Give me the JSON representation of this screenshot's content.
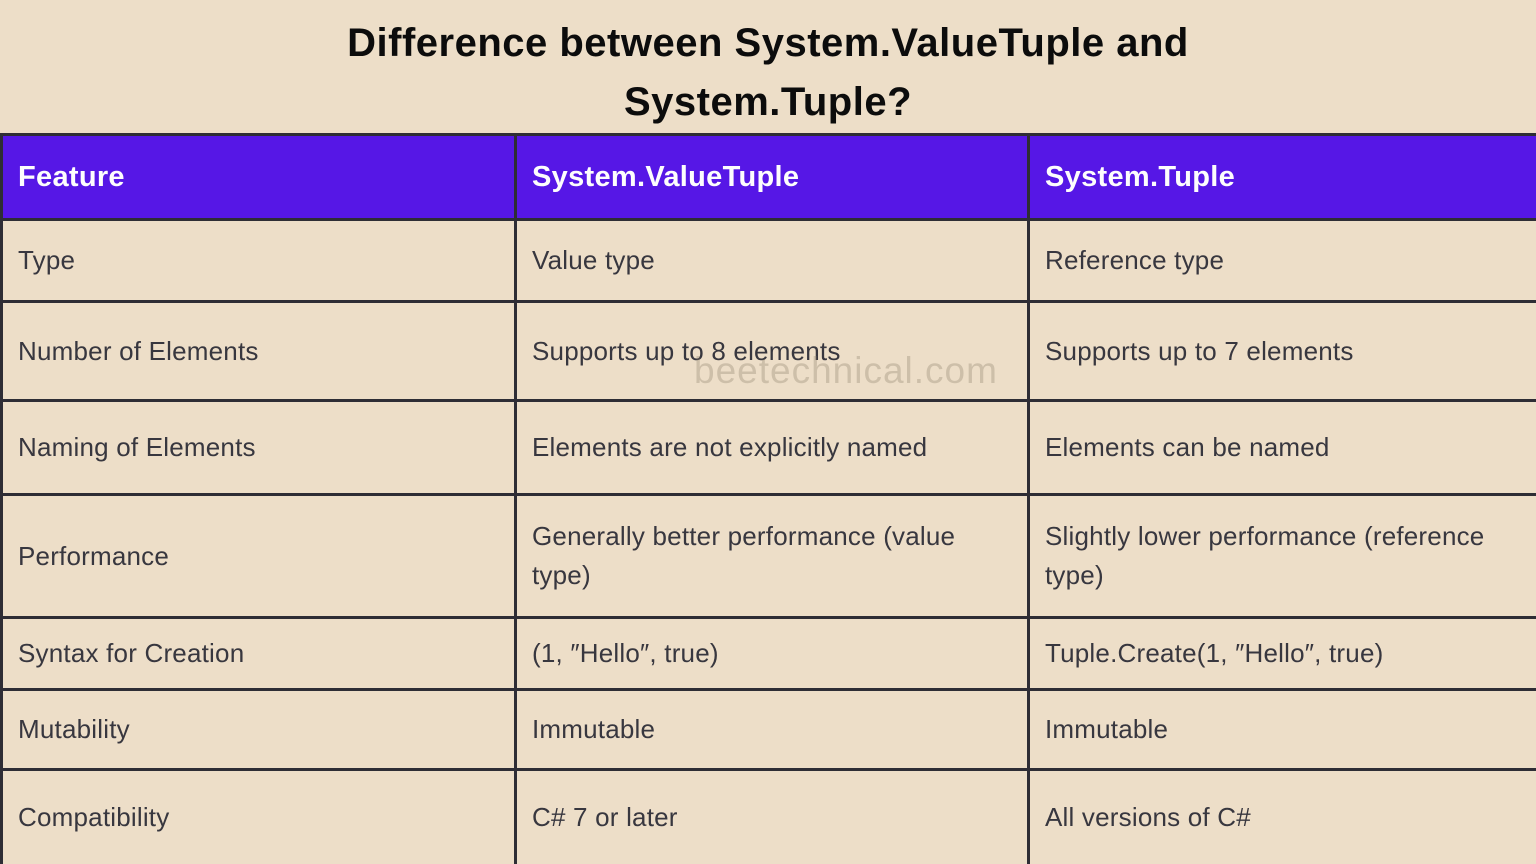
{
  "title": {
    "text": "Difference between System.ValueTuple and System.Tuple?"
  },
  "watermark": {
    "text": "beetechnical.com"
  },
  "colors": {
    "background": "#eddec8",
    "header_bg": "#5617e6",
    "header_text": "#fdfdfd",
    "body_text": "#38373f",
    "border": "#2e2d35",
    "title_text": "#0c0c0c"
  },
  "table": {
    "headers": [
      "Feature",
      "System.ValueTuple",
      "System.Tuple"
    ],
    "rows": [
      [
        "Type",
        "Value type",
        "Reference type"
      ],
      [
        "Number of Elements",
        "Supports up to 8 elements",
        "Supports up to 7 elements"
      ],
      [
        "Naming of Elements",
        "Elements are not explicitly named",
        "Elements can be named"
      ],
      [
        "Performance",
        "Generally better performance (value type)",
        "Slightly lower performance (reference type)"
      ],
      [
        "Syntax for Creation",
        "(1, ″Hello″, true)",
        "Tuple.Create(1, ″Hello″, true)"
      ],
      [
        "Mutability",
        "Immutable",
        "Immutable"
      ],
      [
        "Compatibility",
        "C# 7 or later",
        "All versions of C#"
      ]
    ]
  }
}
